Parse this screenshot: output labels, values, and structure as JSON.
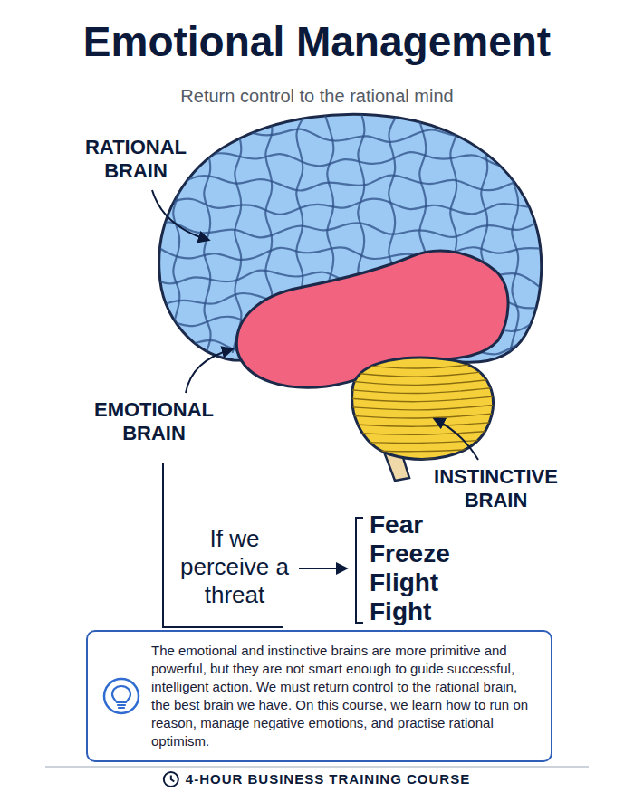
{
  "diagram": {
    "title": "Emotional Management",
    "nodes": [
      {
        "text": [
          "The emotional and instinctive brains are more primitive and powerful, but they are not smart enough to guide successful, intelligent action. We must return control to the rational brain, the best brain we have. On this course, we learn how to run on reason, manage negative emotions, and practise rational optimism."
        ]
      }
    ],
    "labels": [
      "Return control to the rational mind",
      "RATIONAL BRAIN",
      "EMOTIONAL BRAIN",
      "INSTINCTIVE BRAIN",
      "If we perceive a threat",
      "Fear",
      "Freeze",
      "Flight",
      "Fight",
      "4-HOUR BUSINESS TRAINING COURSE"
    ]
  }
}
